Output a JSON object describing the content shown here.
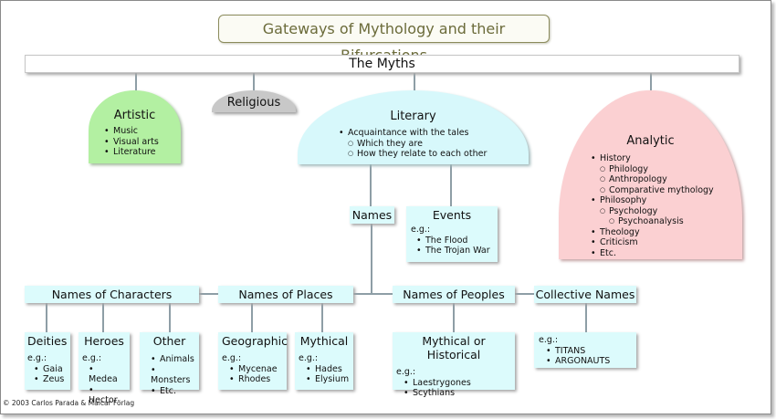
{
  "title": "Gateways of Mythology and their Bifurcations",
  "root": "The Myths",
  "copyright": "© 2003 Carlos Parada & Maicar Förlag",
  "colors": {
    "artistic": "#b3f0a2",
    "religious": "#c8c8c8",
    "literary": "#d7f8fb",
    "analytic": "#fbd0d2",
    "box": "#dcfbfc",
    "connector": "#8e9ea6"
  },
  "artistic": {
    "title": "Artistic",
    "items": [
      "Music",
      "Visual arts",
      "Literature"
    ]
  },
  "religious": {
    "title": "Religious"
  },
  "literary": {
    "title": "Literary",
    "items": [
      "Acquaintance with the tales"
    ],
    "subitems": [
      "Which they are",
      "How they relate to each other"
    ]
  },
  "analytic": {
    "title": "Analytic",
    "items": [
      "History",
      "Philology",
      "Anthropology",
      "Comparative mythology",
      "Philosophy",
      "Psychology",
      "Psychoanalysis",
      "Theology",
      "Criticism",
      "Etc."
    ]
  },
  "names": {
    "title": "Names"
  },
  "events": {
    "title": "Events",
    "eg": "e.g.:",
    "items": [
      "The Flood",
      "The Trojan War"
    ]
  },
  "categories": {
    "characters": "Names of Characters",
    "places": "Names of Places",
    "peoples": "Names of Peoples",
    "collective": "Collective Names"
  },
  "leaves": {
    "deities": {
      "title": "Deities",
      "eg": "e.g.:",
      "items": [
        "Gaia",
        "Zeus"
      ]
    },
    "heroes": {
      "title": "Heroes",
      "eg": "e.g.:",
      "items": [
        "Medea",
        "Hector"
      ]
    },
    "other": {
      "title": "Other",
      "items": [
        "Animals",
        "Monsters",
        "Etc."
      ]
    },
    "geographic": {
      "title": "Geographic",
      "eg": "e.g.:",
      "items": [
        "Mycenae",
        "Rhodes"
      ]
    },
    "mythical": {
      "title": "Mythical",
      "eg": "e.g.:",
      "items": [
        "Hades",
        "Elysium"
      ]
    },
    "historical": {
      "title": "Mythical or Historical",
      "eg": "e.g.:",
      "items": [
        "Laestrygones",
        "Scythians"
      ]
    },
    "collective": {
      "eg": "e.g.:",
      "items": [
        "TITANS",
        "ARGONAUTS"
      ]
    }
  }
}
